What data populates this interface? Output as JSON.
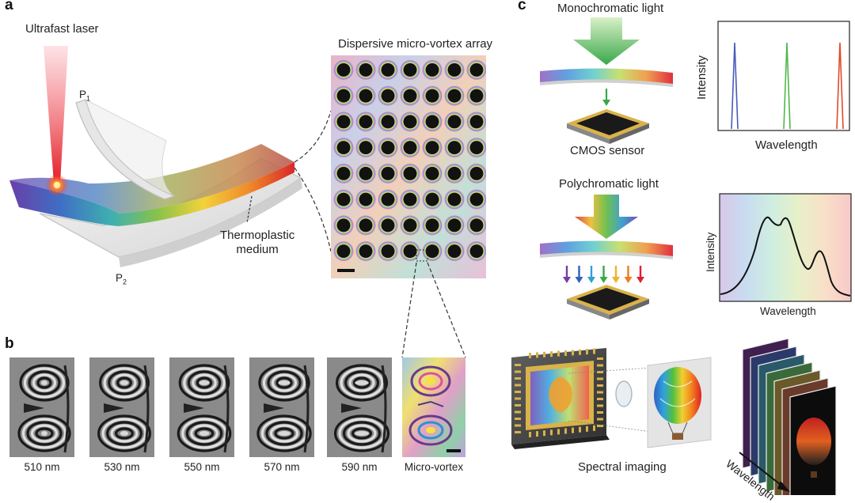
{
  "panels": {
    "a": "a",
    "b": "b",
    "c": "c"
  },
  "panel_a": {
    "laser_label": "Ultrafast laser",
    "polarizer_1_label": "P",
    "polarizer_1_sub": "1",
    "polarizer_2_label": "P",
    "polarizer_2_sub": "2",
    "medium_label_line1": "Thermoplastic",
    "medium_label_line2": "medium",
    "array_title": "Dispersive micro-vortex array",
    "array_rows": 8,
    "array_cols": 7
  },
  "panel_b": {
    "wavelength_tiles": [
      "510 nm",
      "530 nm",
      "550 nm",
      "570 nm",
      "590 nm"
    ],
    "vortex_label": "Micro-vortex"
  },
  "panel_c": {
    "mono_label": "Monochromatic light",
    "sensor_label": "CMOS sensor",
    "poly_label": "Polychromatic light",
    "spectral_imaging_label": "Spectral imaging",
    "chart1": {
      "xlabel": "Wavelength",
      "ylabel": "Intensity"
    },
    "chart2": {
      "xlabel": "Wavelength",
      "ylabel": "Intensity"
    },
    "stack_axis_label": "Wavelength",
    "colors": {
      "peak_blue": "#4a5bb8",
      "peak_green": "#4fb84a",
      "peak_red": "#e04b2a",
      "laser_red": "#e0202a",
      "sensor_gold": "#d9b24a"
    }
  }
}
